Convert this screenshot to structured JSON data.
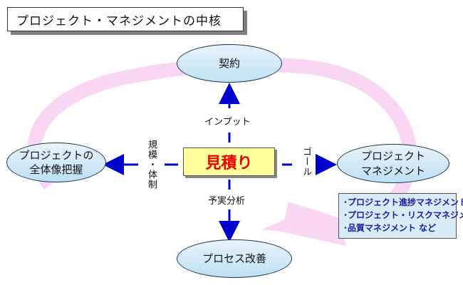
{
  "title": "プロジェクト・マネジメントの中核",
  "nodes": {
    "contract": "契約",
    "overview_line1": "プロジェクトの",
    "overview_line2": "全体像把握",
    "management_line1": "プロジェクト",
    "management_line2": "マネジメント",
    "improvement": "プロセス改善"
  },
  "center": "見積り",
  "edges": {
    "input": "インプット",
    "scale": "規模・体制",
    "goal": "ゴール",
    "analysis": "予実分析"
  },
  "callout": [
    "･プロジェクト進捗マネジメント",
    "･プロジェクト・リスクマネジメント",
    "･品質マネジメント など"
  ],
  "colors": {
    "arrow": "#0000cc",
    "cycle_arrow": "#f9d6f3",
    "oval_fill": "#cfe8f8",
    "oval_border": "#1b3550",
    "center_fill": "#ffff99",
    "center_text": "#ee0000",
    "callout_fill": "#d8ecf8",
    "callout_text": "#1a1aa6"
  }
}
